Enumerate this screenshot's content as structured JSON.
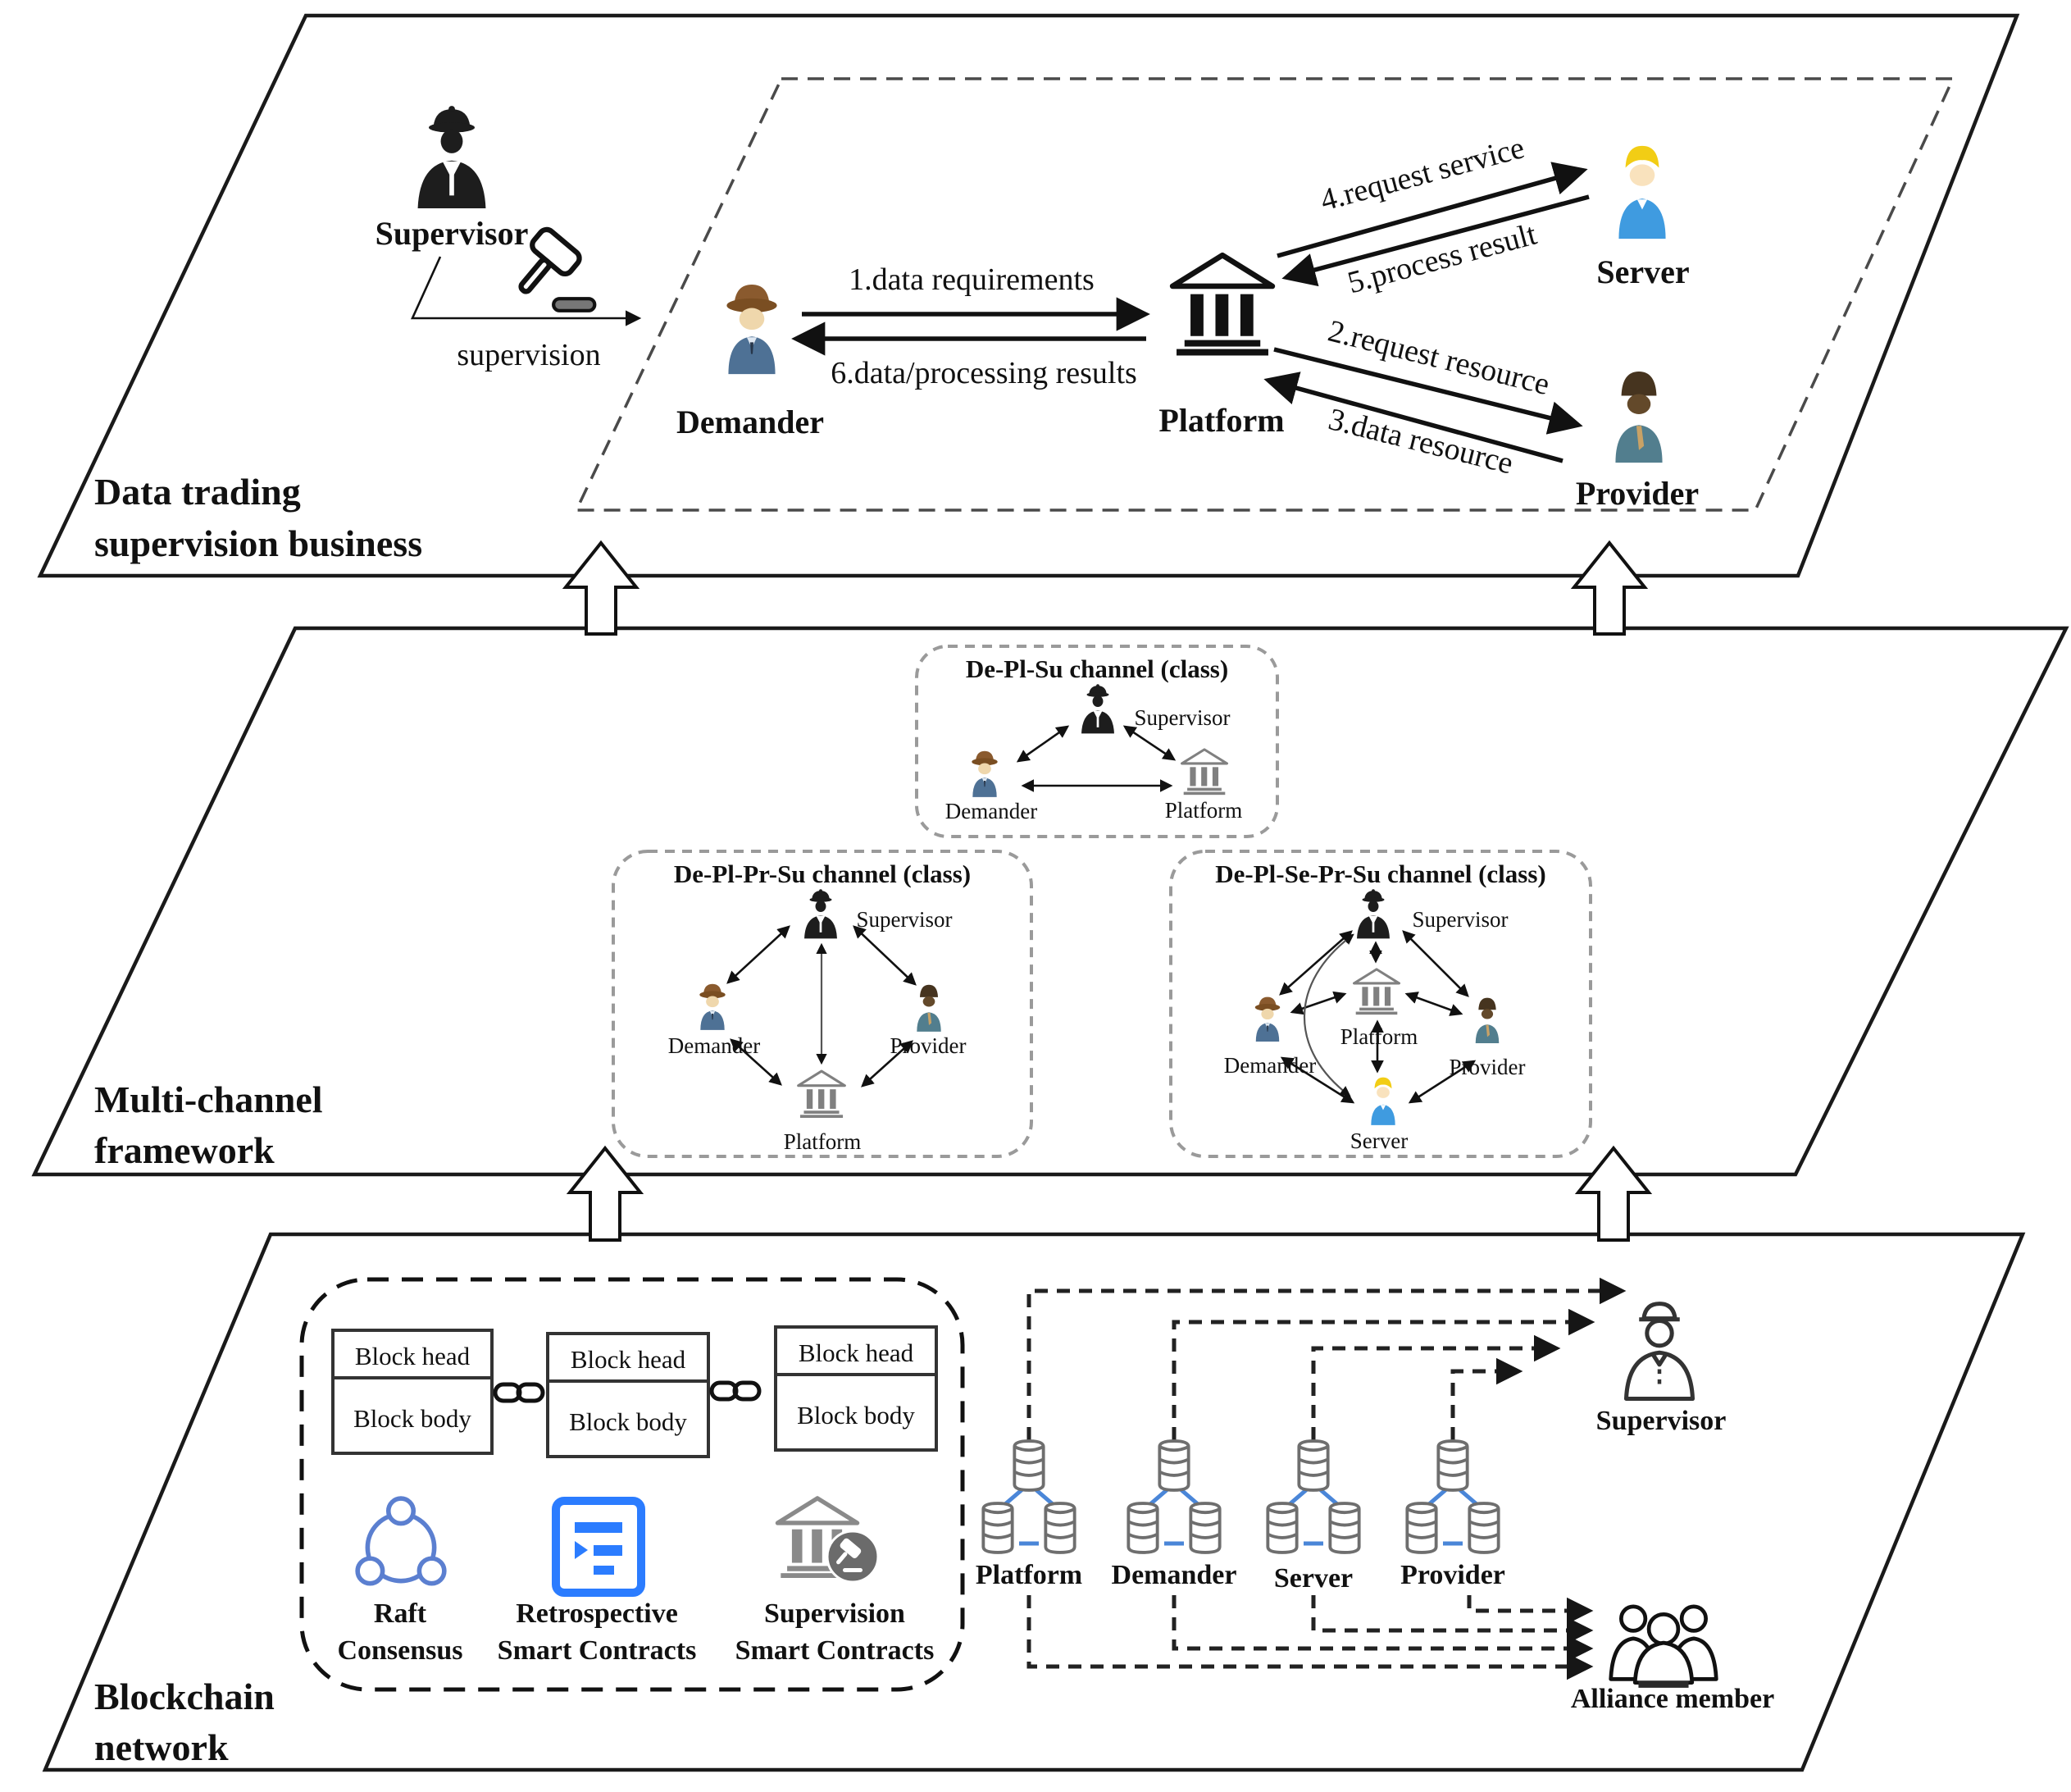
{
  "l1": {
    "title1": "Data trading",
    "title2": "supervision business",
    "supervisor": "Supervisor",
    "supervision": "supervision",
    "demander": "Demander",
    "platform": "Platform",
    "server": "Server",
    "provider": "Provider",
    "f1": "1.data requirements",
    "f2": "2.request resource",
    "f3": "3.data resource",
    "f4": "4.request service",
    "f5": "5.process result",
    "f6": "6.data/processing results"
  },
  "l2": {
    "title1": "Multi-channel",
    "title2": "framework",
    "c1": {
      "title": "De-Pl-Su channel (class)",
      "supervisor": "Supervisor",
      "demander": "Demander",
      "platform": "Platform"
    },
    "c2": {
      "title": "De-Pl-Pr-Su channel (class)",
      "supervisor": "Supervisor",
      "demander": "Demander",
      "provider": "Provider",
      "platform": "Platform"
    },
    "c3": {
      "title": "De-Pl-Se-Pr-Su channel (class)",
      "supervisor": "Supervisor",
      "demander": "Demander",
      "provider": "Provider",
      "platform": "Platform",
      "server": "Server"
    }
  },
  "l3": {
    "title1": "Blockchain",
    "title2": "network",
    "blocks": [
      {
        "head": "Block head",
        "body": "Block body"
      },
      {
        "head": "Block head",
        "body": "Block body"
      },
      {
        "head": "Block head",
        "body": "Block body"
      }
    ],
    "raft1": "Raft",
    "raft2": "Consensus",
    "retro1": "Retrospective",
    "retro2": "Smart Contracts",
    "susc1": "Supervision",
    "susc2": "Smart Contracts",
    "clusters": [
      {
        "label": "Platform"
      },
      {
        "label": "Demander"
      },
      {
        "label": "Server"
      },
      {
        "label": "Provider"
      }
    ],
    "supervisor": "Supervisor",
    "alliance": "Alliance member"
  },
  "colors": {
    "outline": "#1a1a1a",
    "contract_blue": "#2b7cff",
    "raft_blue": "#5b7fd0",
    "db_link_blue": "#4a86d8",
    "channel_border": "#9a9a9a"
  }
}
